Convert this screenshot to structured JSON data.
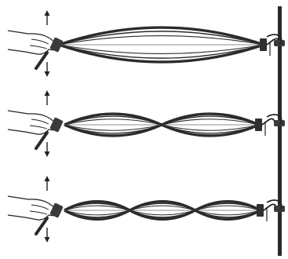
{
  "figure": {
    "panels": [
      {
        "loops": 1
      },
      {
        "loops": 2
      },
      {
        "loops": 3
      }
    ]
  }
}
